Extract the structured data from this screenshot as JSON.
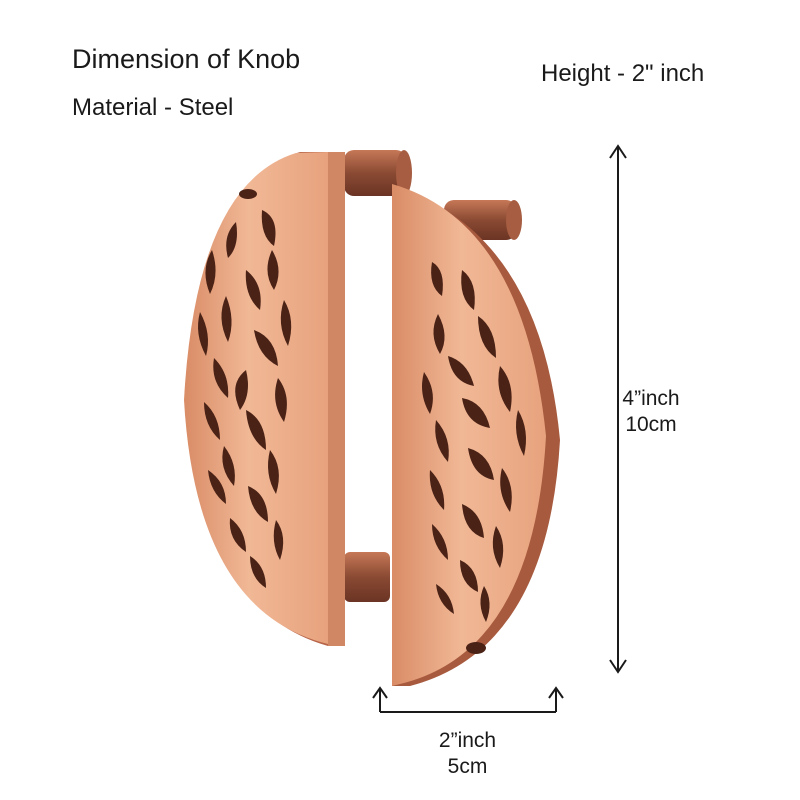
{
  "heading": "Dimension of Knob",
  "material": "Material - Steel",
  "height": "Height - 2\" inch",
  "dimensions": {
    "vertical": {
      "imperial": "4”inch",
      "metric": "10cm"
    },
    "horizontal": {
      "imperial": "2”inch",
      "metric": "5cm"
    }
  },
  "colors": {
    "finish": "#e9a883",
    "edge": "#b8664a",
    "shadow": "#5a2a1c",
    "rod": "#9a563e"
  }
}
